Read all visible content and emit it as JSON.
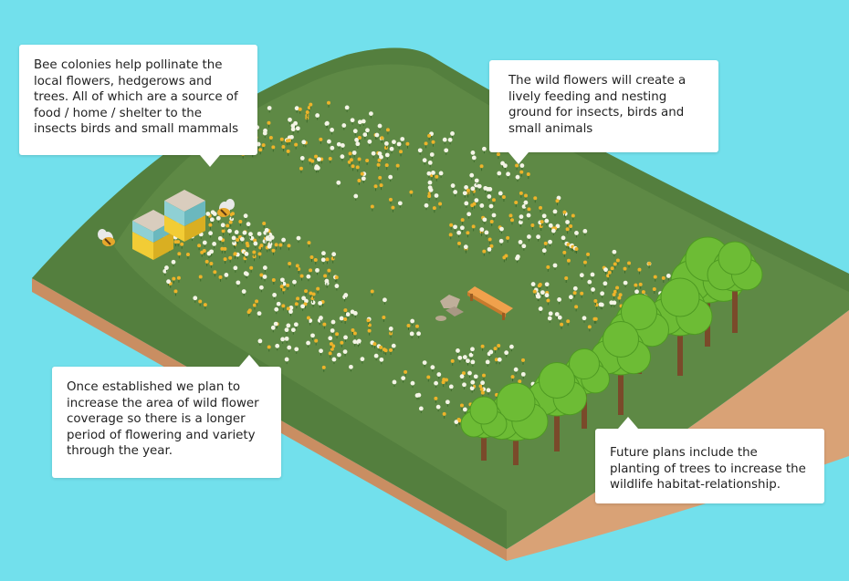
{
  "colors": {
    "background": "#72E0EC",
    "grass_light": "#5E8945",
    "grass_dark": "#4C7739",
    "soil_side": "#D9A276",
    "soil_front": "#C98E62",
    "flower_white": "#F4F4E6",
    "flower_yellow": "#EDB32A",
    "tree_green": "#6DBC35",
    "bench": "#F0A14C"
  },
  "callouts": {
    "bee_colonies": {
      "text": "Bee colonies help pollinate the local flowers, hedgerows and trees. All of which are a source of food / home / shelter to the insects birds and small mammals"
    },
    "wild_flowers": {
      "text": "The wild flowers will create a lively feeding and nesting ground for insects, birds and small animals"
    },
    "expansion": {
      "text": "Once established we plan to increase the area of wild flower coverage so there is a longer period of flowering and variety through the year."
    },
    "trees": {
      "text": "Future plans include the planting of trees to increase the wildlife habitat-relationship."
    }
  }
}
